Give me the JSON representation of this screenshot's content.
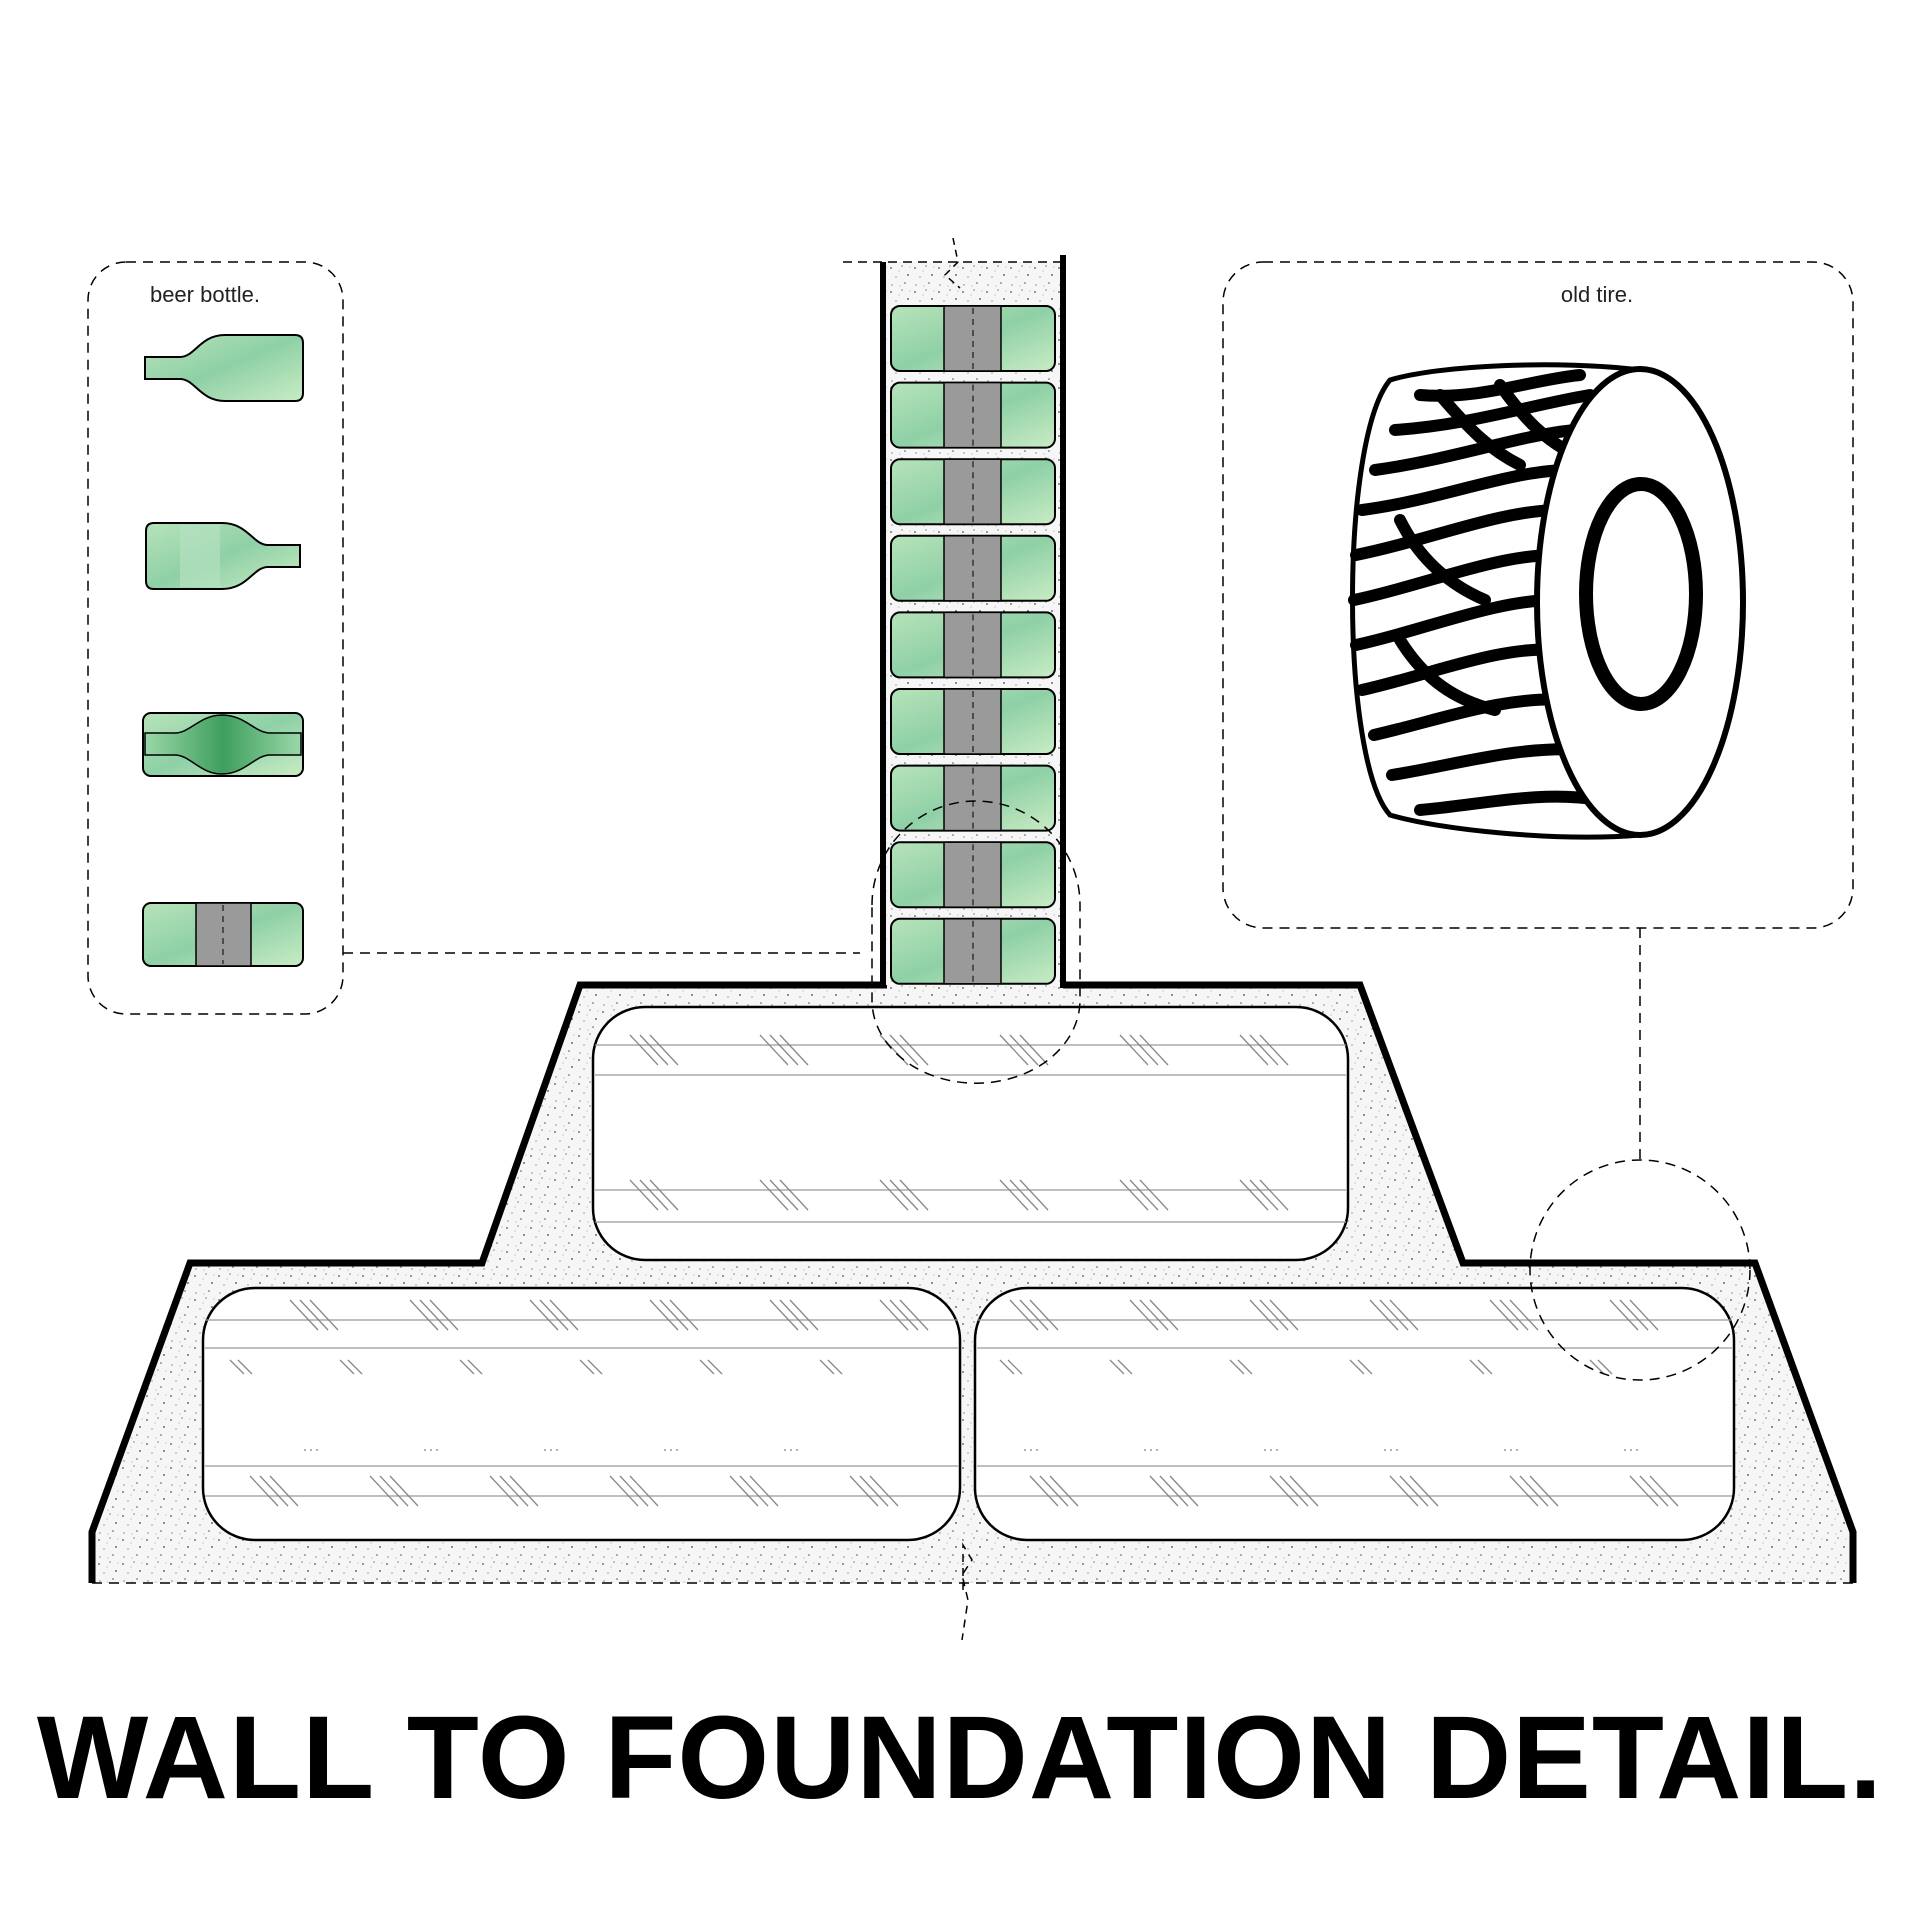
{
  "title": "WALL TO FOUNDATION DETAIL.",
  "callouts": {
    "bottle": {
      "label": "beer bottle."
    },
    "tire": {
      "label": "old tire."
    }
  },
  "colors": {
    "glass_light": "#c9ecc4",
    "glass_mid": "#8fd0a6",
    "glass_dark": "#4fae6e",
    "mortar_gray": "#9a9a9a",
    "concrete_fill": "#f4f4f4",
    "line": "#000000"
  },
  "wall": {
    "bottle_rows": 9
  },
  "foundation": {
    "tires_top_row": 1,
    "tires_bottom_row": 2
  }
}
